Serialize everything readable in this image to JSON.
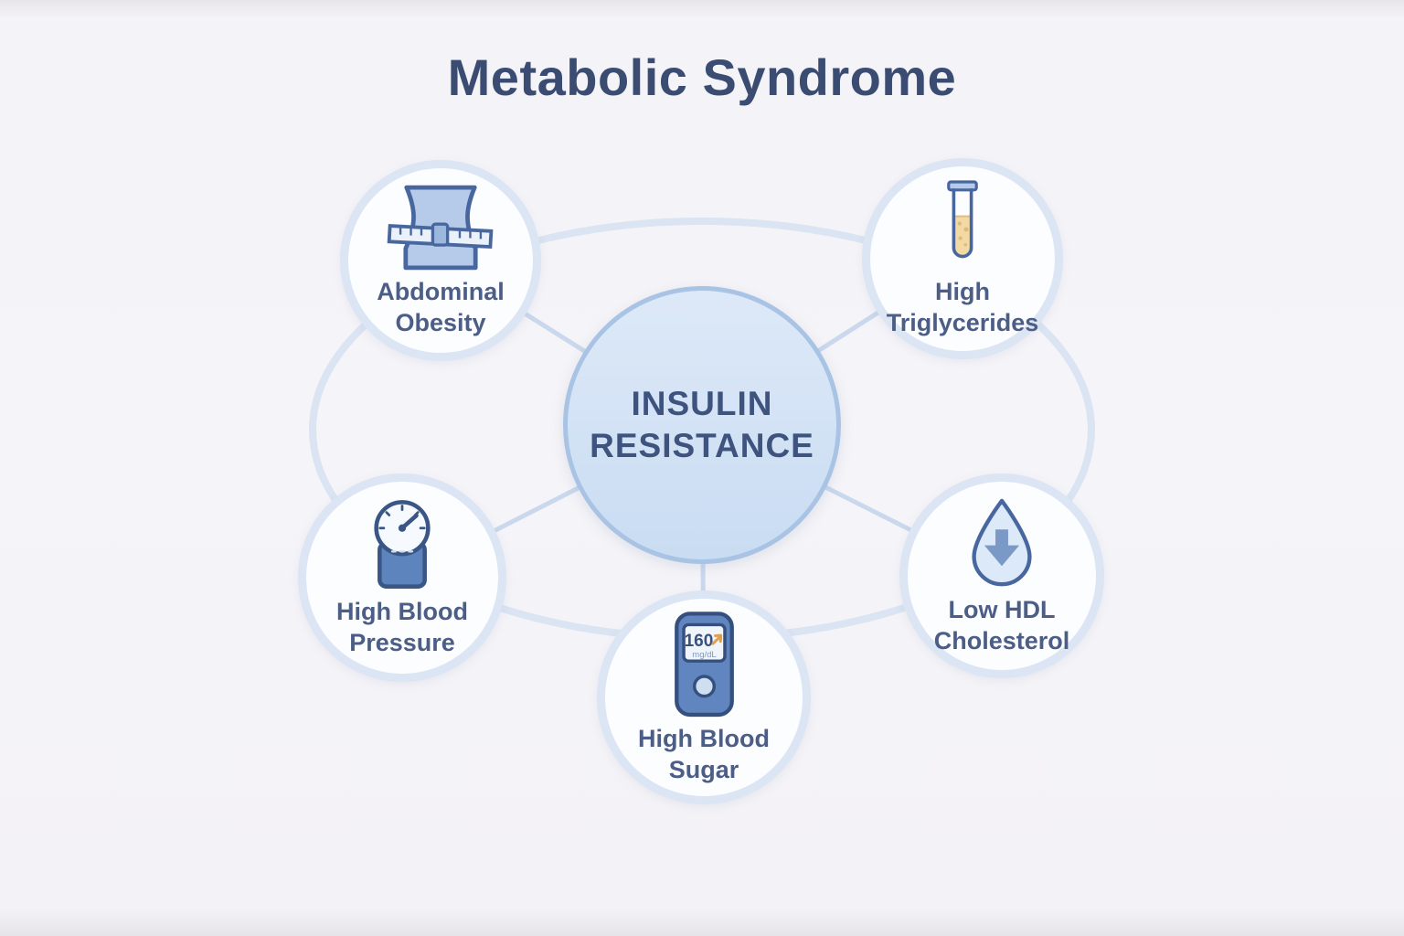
{
  "title": "Metabolic Syndrome",
  "center": {
    "label": "INSULIN\nRESISTANCE"
  },
  "nodes": [
    {
      "id": "abdominal-obesity",
      "label": "Abdominal\nObesity",
      "icon": "waist-measuring-tape-icon"
    },
    {
      "id": "high-triglycerides",
      "label": "High\nTriglycerides",
      "icon": "test-tube-icon"
    },
    {
      "id": "high-blood-pressure",
      "label": "High Blood\nPressure",
      "icon": "pressure-gauge-icon"
    },
    {
      "id": "high-blood-sugar",
      "label": "High Blood\nSugar",
      "icon": "glucose-meter-icon",
      "meter_reading": "160",
      "meter_unit": "mg/dL"
    },
    {
      "id": "low-hdl-cholesterol",
      "label": "Low HDL\nCholesterol",
      "icon": "droplet-down-arrow-icon"
    }
  ],
  "colors": {
    "background": "#f4f3f7",
    "title_text": "#3b4c72",
    "label_text": "#4c5e86",
    "center_fill": "#d3e2f4",
    "center_border": "#a8c3e3",
    "node_border": "#dbe5f3",
    "connector_ring": "#dae4f2",
    "connector_line": "#c9d8ec",
    "icon_outline": "#48679e",
    "icon_fill_blue": "#b5cbe9",
    "liquid_yellow": "#f3d9a4",
    "trend_arrow_orange": "#dfa14f"
  }
}
